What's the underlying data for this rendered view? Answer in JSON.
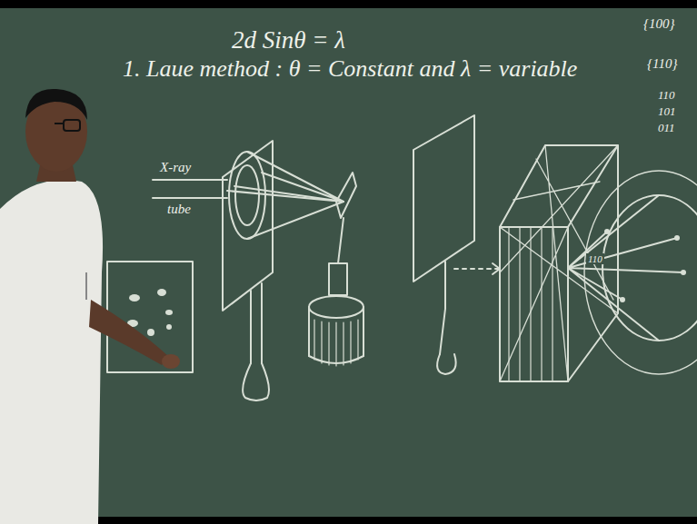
{
  "diagram": {
    "labels": [
      "2d Sinθ = λ",
      "1. Laue method : θ = Constant and λ = variable",
      "{100}",
      "{110}",
      "110",
      "101",
      "011",
      "X-ray",
      "tube",
      "110"
    ]
  }
}
